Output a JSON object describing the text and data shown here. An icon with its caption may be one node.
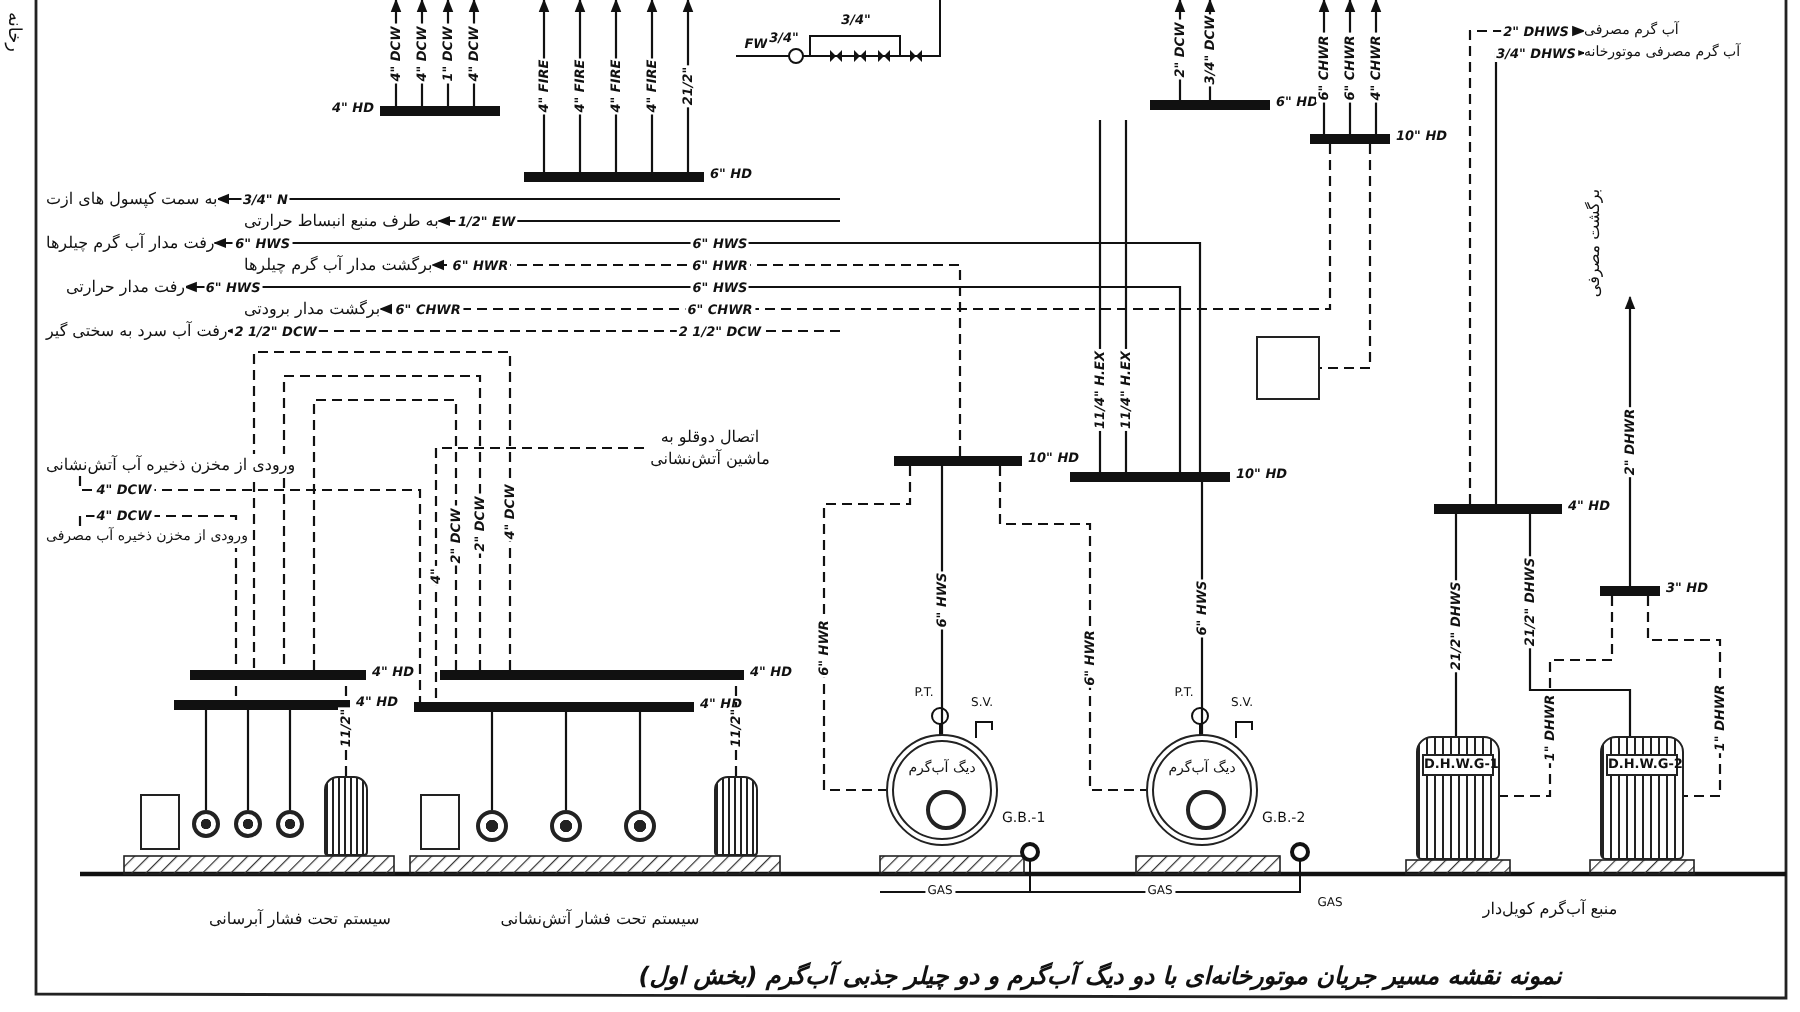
{
  "diagram": {
    "caption": "نمونه نقشه مسیر جریان موتورخانه‌ای با دو دیگ آب‌گرم و دو چیلر جذبی آب‌گرم (بخش اول)",
    "nodes": [
      {
        "text": [],
        "shape": "bar",
        "beside": [
          "4\" HD"
        ]
      },
      {
        "text": [],
        "shape": "bar",
        "beside": [
          "6\" HD"
        ]
      },
      {
        "text": [],
        "shape": "bar",
        "beside": [
          "6\" HD"
        ]
      },
      {
        "text": [],
        "shape": "bar",
        "beside": [
          "10\" HD"
        ]
      },
      {
        "text": [],
        "shape": "bar",
        "beside": [
          "10\" HD"
        ]
      },
      {
        "text": [],
        "shape": "bar",
        "beside": [
          "10\" HD"
        ]
      },
      {
        "text": [],
        "shape": "bar",
        "beside": [
          "4\" HD"
        ]
      },
      {
        "text": [],
        "shape": "bar",
        "beside": [
          "3\" HD"
        ]
      },
      {
        "text": [],
        "shape": "bar",
        "beside": [
          "4\" HD"
        ]
      },
      {
        "text": [],
        "shape": "bar",
        "beside": [
          "4\" HD"
        ]
      },
      {
        "text": [],
        "shape": "bar",
        "beside": [
          "4\" HD"
        ]
      },
      {
        "text": [],
        "shape": "bar",
        "beside": [
          "4\" HD"
        ]
      },
      {
        "text": [],
        "shape": "box"
      },
      {
        "text": [],
        "shape": "circle"
      },
      {
        "text": [],
        "shape": "circle"
      },
      {
        "text": [],
        "shape": "circle"
      },
      {
        "text": [],
        "shape": "cylinder"
      },
      {
        "text": [],
        "shape": "box"
      },
      {
        "text": [],
        "shape": "circle"
      },
      {
        "text": [],
        "shape": "circle"
      },
      {
        "text": [],
        "shape": "circle"
      },
      {
        "text": [],
        "shape": "cylinder"
      },
      {
        "text": [
          "دیگ آب‌گرم"
        ],
        "beside": [
          "G.B.-1"
        ]
      },
      {
        "text": [
          "دیگ آب‌گرم"
        ],
        "beside": [
          "G.B.-2"
        ]
      },
      {
        "text": [
          "D.H.W.G-1"
        ]
      },
      {
        "text": [
          "D.H.W.G-2"
        ]
      },
      {
        "text": [],
        "shape": "box"
      },
      {
        "text": [
          "به سمت کپسول های ازت"
        ]
      },
      {
        "text": [
          "به طرف منبع انبساط حرارتی"
        ]
      },
      {
        "text": [
          "رفت مدار آب گرم چیلرها"
        ]
      },
      {
        "text": [
          "برگشت مدار آب گرم چیلرها"
        ]
      },
      {
        "text": [
          "رفت مدار حرارتی"
        ]
      },
      {
        "text": [
          "برگشت مدار برودتی"
        ]
      },
      {
        "text": [
          "رفت آب سرد به سختی گیر"
        ]
      },
      {
        "text": [
          "ورودی از مخزن ذخیره آب آتش‌نشانی"
        ]
      },
      {
        "text": [
          "ورودی از مخزن ذخیره آب مصرفی"
        ]
      },
      {
        "text": [
          "اتصال دوقلو به ماشین آتش‌نشانی"
        ]
      },
      {
        "text": [
          "آب گرم مصرفی"
        ]
      },
      {
        "text": [
          "آب گرم مصرفی موتورخانه"
        ]
      },
      {
        "text": [
          "برگشت مصرفی"
        ]
      }
    ],
    "edges": [
      {
        "from": null,
        "to": 27,
        "arrow": "to",
        "label": "3/4\" N"
      },
      {
        "from": null,
        "to": 28,
        "arrow": "to",
        "label": "1/2\" EW"
      },
      {
        "from": 5,
        "to": 29,
        "arrow": "to",
        "label": "6\" HWS"
      },
      {
        "from": 4,
        "to": 30,
        "arrow": "to",
        "label": "6\" HWR",
        "style": "dashed"
      },
      {
        "from": 5,
        "to": 31,
        "arrow": "to",
        "label": "6\" HWS"
      },
      {
        "from": 3,
        "to": 32,
        "arrow": "to",
        "label": "6\" CHWR",
        "style": "dashed"
      },
      {
        "from": null,
        "to": 33,
        "arrow": "to",
        "label": "2 1/2\" DCW",
        "style": "dashed"
      },
      {
        "from": 10,
        "to": 8,
        "arrow": "none",
        "label": "4\" DCW",
        "style": "dashed"
      },
      {
        "from": 10,
        "to": 8,
        "arrow": "none",
        "label": "2\" DCW",
        "style": "dashed"
      },
      {
        "from": 10,
        "to": 8,
        "arrow": "none",
        "label": "2\" DCW",
        "style": "dashed"
      },
      {
        "from": 34,
        "to": 11,
        "arrow": "none",
        "label": "4\" DCW",
        "style": "dashed"
      },
      {
        "from": 35,
        "to": 9,
        "arrow": "none",
        "label": "4\" DCW",
        "style": "dashed"
      },
      {
        "from": 36,
        "to": 11,
        "arrow": "none",
        "label": "4\"",
        "style": "dashed"
      },
      {
        "from": 13,
        "to": 9,
        "arrow": "none"
      },
      {
        "from": 14,
        "to": 9,
        "arrow": "none"
      },
      {
        "from": 15,
        "to": 9,
        "arrow": "none"
      },
      {
        "from": 16,
        "to": 8,
        "arrow": "none",
        "label": "11/2\"",
        "style": "dashed"
      },
      {
        "from": 18,
        "to": 11,
        "arrow": "none"
      },
      {
        "from": 19,
        "to": 11,
        "arrow": "none"
      },
      {
        "from": 20,
        "to": 11,
        "arrow": "none"
      },
      {
        "from": 21,
        "to": 10,
        "arrow": "none",
        "label": "11/2\"",
        "style": "dashed"
      },
      {
        "from": 4,
        "to": 22,
        "arrow": "none",
        "label": "6\" HWS"
      },
      {
        "from": 5,
        "to": 23,
        "arrow": "none",
        "label": "6\" HWS"
      },
      {
        "from": 4,
        "to": 22,
        "arrow": "none",
        "label": "6\" HWR",
        "style": "dashed"
      },
      {
        "from": 4,
        "to": 23,
        "arrow": "none",
        "label": "6\" HWR",
        "style": "dashed"
      },
      {
        "from": 6,
        "to": 24,
        "arrow": "none",
        "label": "21/2\" DHWS"
      },
      {
        "from": 6,
        "to": 25,
        "arrow": "none",
        "label": "21/2\" DHWS"
      },
      {
        "from": 7,
        "to": 24,
        "arrow": "none",
        "label": "1\" DHWR",
        "style": "dashed"
      },
      {
        "from": 7,
        "to": 25,
        "arrow": "none",
        "label": "1\" DHWR",
        "style": "dashed"
      },
      {
        "from": 3,
        "to": 26,
        "arrow": "none",
        "style": "dashed"
      },
      {
        "from": 6,
        "to": 37,
        "arrow": "to",
        "label": "2\" DHWS",
        "style": "dashed"
      },
      {
        "from": 6,
        "to": 38,
        "arrow": "to",
        "label": "3/4\" DHWS"
      },
      {
        "from": 7,
        "to": 39,
        "arrow": "to",
        "label": "2\" DHWR"
      },
      {
        "from": 1,
        "to": null,
        "arrow": "to",
        "label": "4\" FIRE"
      },
      {
        "from": 1,
        "to": null,
        "arrow": "to",
        "label": "4\" FIRE"
      },
      {
        "from": 1,
        "to": null,
        "arrow": "to",
        "label": "4\" FIRE"
      },
      {
        "from": 1,
        "to": null,
        "arrow": "to",
        "label": "4\" FIRE"
      },
      {
        "from": 1,
        "to": null,
        "arrow": "to",
        "label": "21/2\""
      },
      {
        "from": 0,
        "to": null,
        "arrow": "to",
        "label": "4\" DCW"
      },
      {
        "from": 0,
        "to": null,
        "arrow": "to",
        "label": "4\" DCW"
      },
      {
        "from": 0,
        "to": null,
        "arrow": "to",
        "label": "1\" DCW"
      },
      {
        "from": 0,
        "to": null,
        "arrow": "to",
        "label": "4\" DCW"
      },
      {
        "from": 2,
        "to": null,
        "arrow": "to",
        "label": "2\" DCW"
      },
      {
        "from": 2,
        "to": null,
        "arrow": "to",
        "label": "3/4\" DCW"
      },
      {
        "from": 3,
        "to": null,
        "arrow": "to",
        "label": "6\" CHWR"
      },
      {
        "from": 3,
        "to": null,
        "arrow": "to",
        "label": "6\" CHWR"
      },
      {
        "from": 3,
        "to": null,
        "arrow": "to",
        "label": "4\" CHWR"
      },
      {
        "from": null,
        "to": 5,
        "arrow": "none",
        "label": "11/4\" H.EX"
      },
      {
        "from": null,
        "to": 5,
        "arrow": "none",
        "label": "11/4\" H.EX"
      }
    ],
    "labels": [
      "رخانه",
      "FW",
      "3/4\"",
      "3/4\"",
      "P.T.",
      "S.V.",
      "P.T.",
      "S.V.",
      "GAS",
      "GAS",
      "GAS",
      "سیستم تحت فشار آبرسانی",
      "سیستم تحت فشار آتش‌نشانی",
      "منبع آب‌گرم کویل‌دار",
      "6\" HWS",
      "6\" HWR",
      "6\" HWS",
      "6\" CHWR",
      "2 1/2\" DCW"
    ]
  }
}
